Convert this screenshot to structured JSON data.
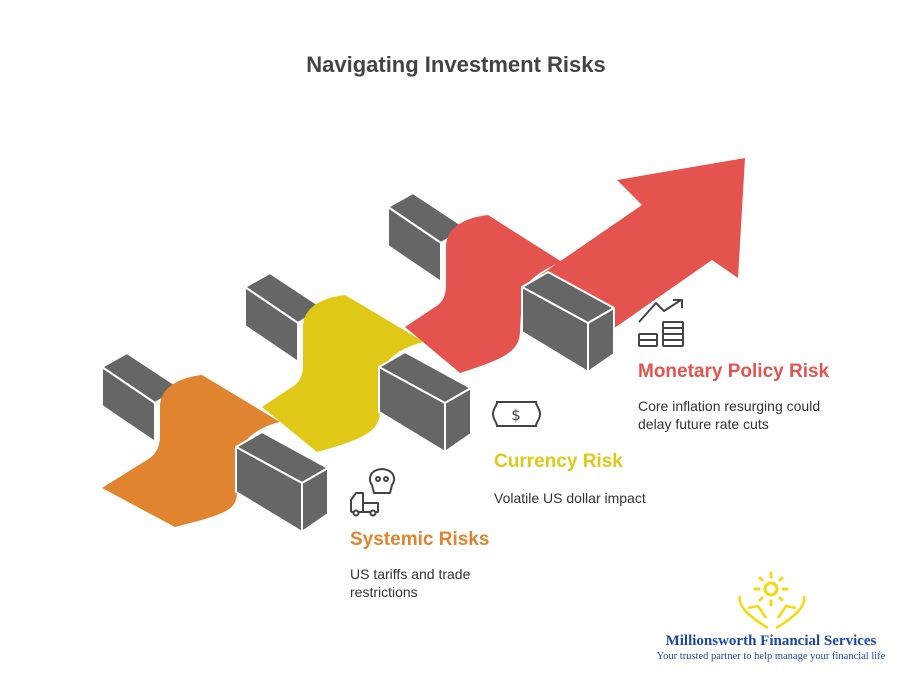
{
  "title": "Navigating Investment Risks",
  "colors": {
    "monetary": "#e5534f",
    "currency": "#e0c916",
    "systemic": "#e0842f",
    "block": "#666666",
    "brand": "#1a47a8",
    "sun": "#f5d90a"
  },
  "risks": [
    {
      "id": "monetary",
      "label": "Monetary Policy Risk",
      "description_lines": [
        "Core inflation resurging could",
        "delay future rate cuts"
      ],
      "icon": "chart-coins-icon"
    },
    {
      "id": "currency",
      "label": "Currency Risk",
      "description_lines": [
        "Volatile US dollar impact"
      ],
      "icon": "dollar-bill-icon"
    },
    {
      "id": "systemic",
      "label": "Systemic Risks",
      "description_lines": [
        "US tariffs and trade",
        "restrictions"
      ],
      "icon": "skull-truck-icon"
    }
  ],
  "brand": {
    "name": "Millionsworth Financial Services",
    "tagline": "Your trusted partner to help manage your financial life"
  }
}
